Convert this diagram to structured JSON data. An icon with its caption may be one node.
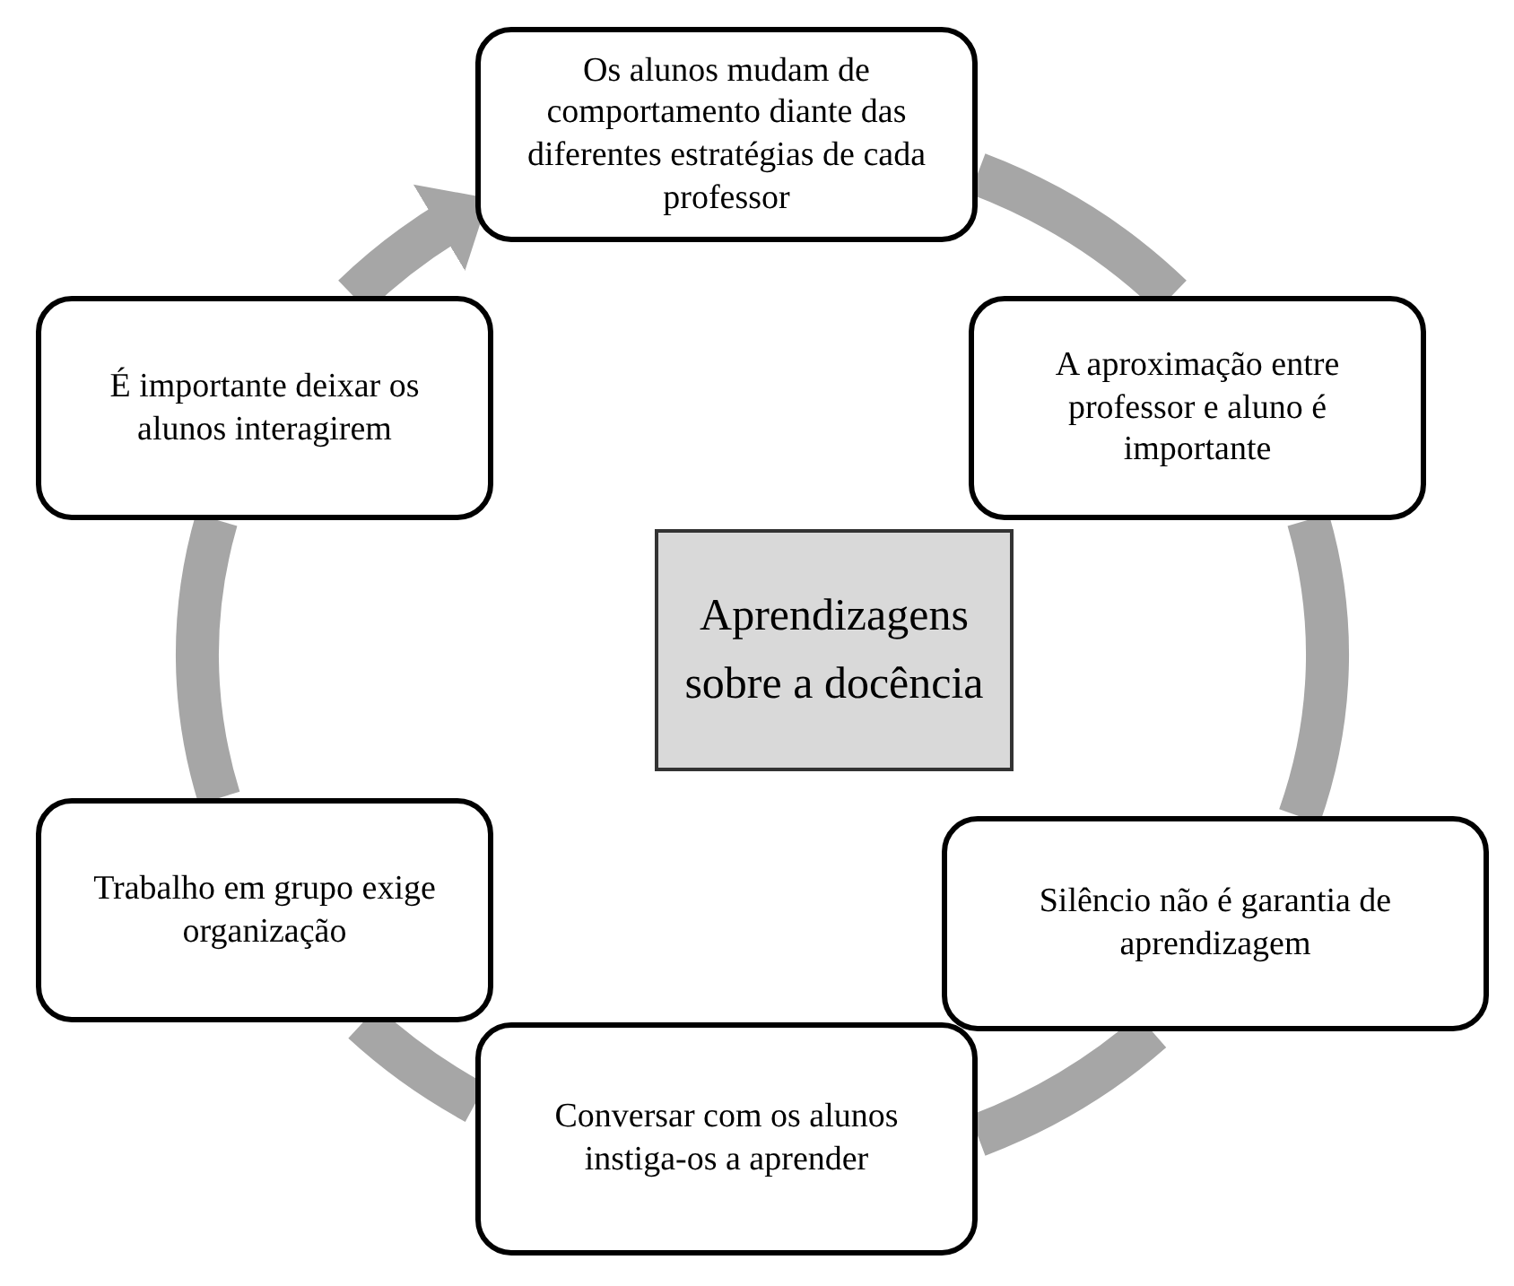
{
  "diagram": {
    "nodes": [
      {
        "text": [
          "Os alunos mudam de comportamento diante das diferentes estratégias de cada professor"
        ]
      },
      {
        "text": [
          "A aproximação entre professor e aluno é importante"
        ]
      },
      {
        "text": [
          "Silêncio não é garantia de aprendizagem"
        ]
      },
      {
        "text": [
          "Conversar  com os alunos instiga-os a aprender"
        ]
      },
      {
        "text": [
          "Trabalho em grupo exige organização"
        ]
      },
      {
        "text": [
          "É importante deixar os alunos interagirem"
        ]
      },
      {
        "text": [
          "Aprendizagens sobre a docência"
        ]
      }
    ],
    "edges": [
      {
        "from": 0,
        "to": 1,
        "arrow": "none"
      },
      {
        "from": 1,
        "to": 2,
        "arrow": "none"
      },
      {
        "from": 2,
        "to": 3,
        "arrow": "none"
      },
      {
        "from": 3,
        "to": 4,
        "arrow": "none"
      },
      {
        "from": 4,
        "to": 5,
        "arrow": "none"
      },
      {
        "from": 5,
        "to": 0,
        "arrow": "to"
      }
    ]
  }
}
